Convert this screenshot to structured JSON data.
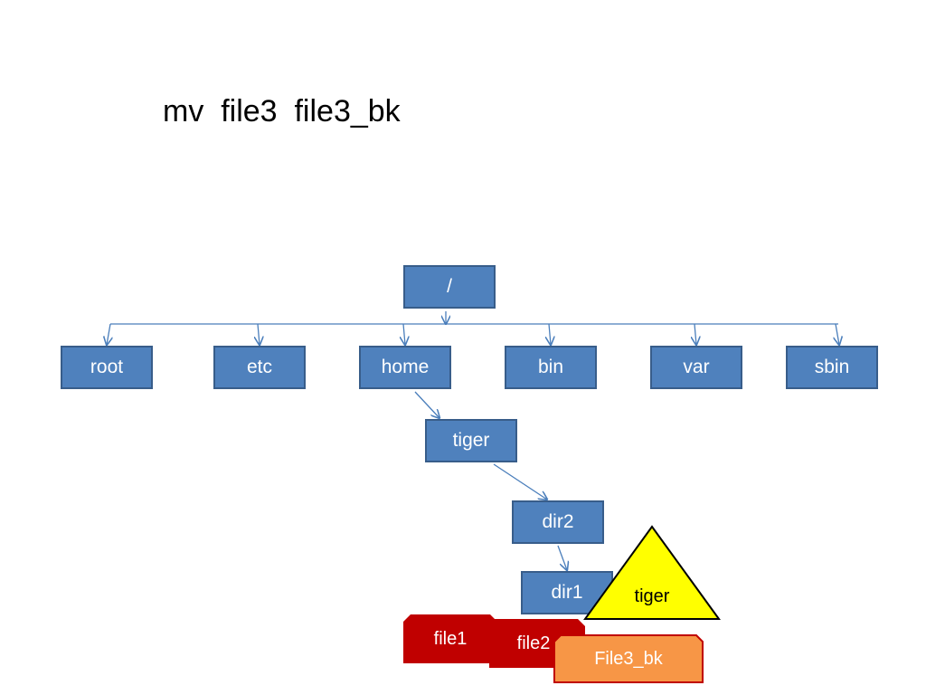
{
  "title": "mv  file3  file3_bk",
  "tree": {
    "root": "/",
    "top_level": [
      "root",
      "etc",
      "home",
      "bin",
      "var",
      "sbin"
    ],
    "home_child": "tiger",
    "tiger_child": "dir2",
    "dir2_child": "dir1"
  },
  "owner_triangle": {
    "label": "tiger",
    "color": "#ffff00"
  },
  "files": {
    "file1": "file1",
    "file2": "file2",
    "file3": "File3_bk"
  },
  "colors": {
    "dir_fill": "#4f81bd",
    "dir_border": "#385d8a",
    "file_fill": "#c00000",
    "renamed_file_fill": "#f79646",
    "connector": "#4a7ebb"
  }
}
